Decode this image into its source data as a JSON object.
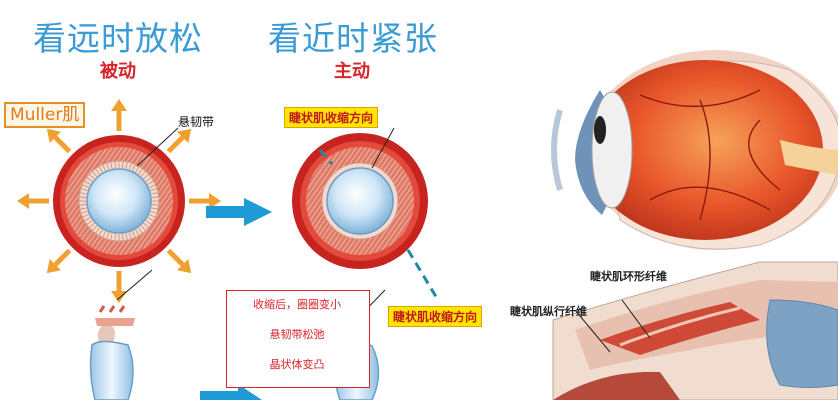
{
  "left": {
    "title": "看远时放松",
    "subtitle": "被动",
    "muller_label": "Muller肌",
    "zonule_label": "悬韧带"
  },
  "middle": {
    "title": "看近时紧张",
    "subtitle": "主动",
    "ciliary_label_top": "睫状肌收缩方向",
    "ciliary_label_bottom": "睫状肌收缩方向"
  },
  "process": {
    "line1": "收缩后，圈圈变小",
    "line2": "悬韧带松弛",
    "line3": "晶状体变凸"
  },
  "anatomy": {
    "circular_fiber_label": "睫状肌环形纤维",
    "longitudinal_fiber_label": "睫状肌纵行纤维"
  },
  "colors": {
    "title_blue": "#3a9bd5",
    "accent_red": "#d8232a",
    "arrow_orange": "#f0a030",
    "arrow_blue": "#1e9ad6",
    "highlight_yellow": "#ffe600"
  }
}
